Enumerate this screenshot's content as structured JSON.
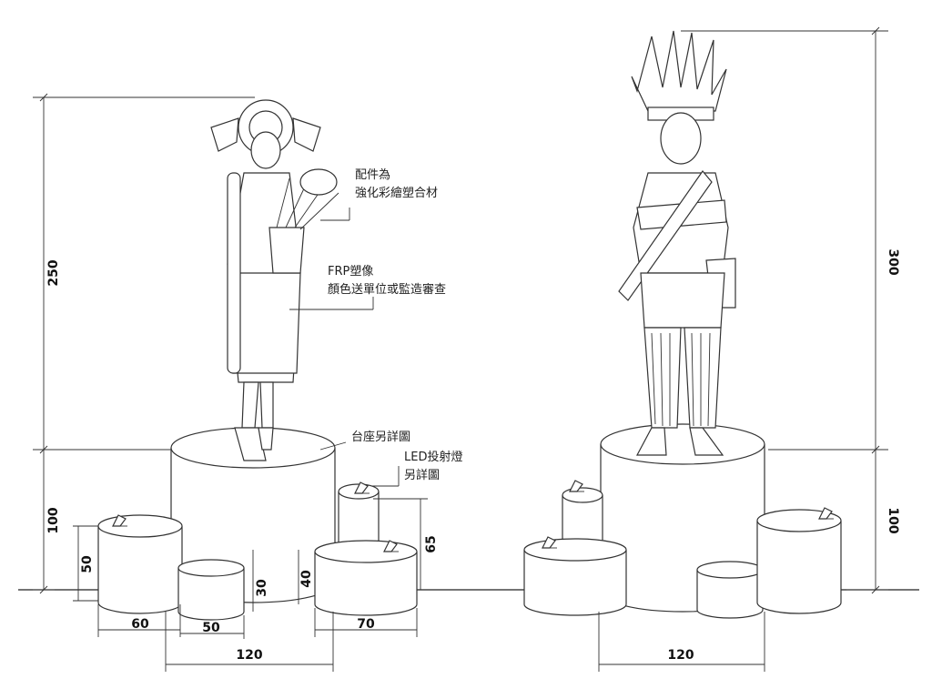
{
  "left_statue": {
    "labels": {
      "accessories_line1": "配件為",
      "accessories_line2": "強化彩繪塑合材",
      "frp_line1": "FRP塑像",
      "frp_line2": "顏色送單位或監造審查",
      "base_detail": "台座另詳圖",
      "led_line1": "LED投射燈",
      "led_line2": "另詳圖"
    },
    "dims": {
      "height_total": "250",
      "base_height": "100",
      "drum_left_height": "50",
      "drum_small_height": "30",
      "drum_right_height": "40",
      "drum_back_height": "65",
      "w_left": "60",
      "w_small": "50",
      "w_right": "70",
      "w_main": "120"
    }
  },
  "right_statue": {
    "dims": {
      "height_total": "300",
      "base_height": "100",
      "w_main": "120"
    }
  }
}
